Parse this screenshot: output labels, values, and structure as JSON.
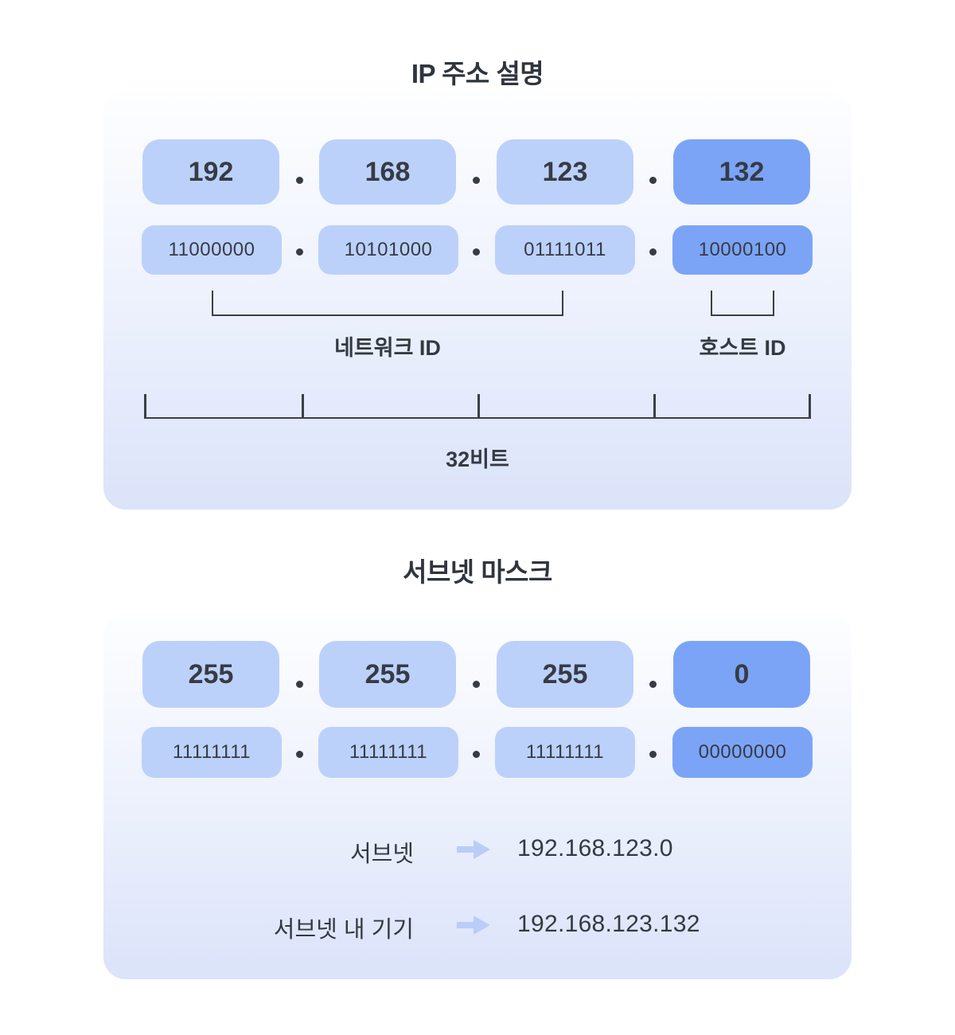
{
  "ip_section": {
    "title": "IP 주소 설명",
    "decimal": [
      "192",
      "168",
      "123",
      "132"
    ],
    "binary": [
      "11000000",
      "10101000",
      "01111011",
      "10000100"
    ],
    "network_id_label": "네트워크 ID",
    "host_id_label": "호스트 ID",
    "bits_label": "32비트"
  },
  "subnet_section": {
    "title": "서브넷 마스크",
    "decimal": [
      "255",
      "255",
      "255",
      "0"
    ],
    "binary": [
      "11111111",
      "11111111",
      "11111111",
      "00000000"
    ],
    "mappings": [
      {
        "label": "서브넷",
        "value": "192.168.123.0"
      },
      {
        "label": "서브넷 내 기기",
        "value": "192.168.123.132"
      }
    ]
  },
  "colors": {
    "octet_light": "#bcd1fa",
    "octet_highlight": "#7ba4f7",
    "text_dark": "#363b44",
    "arrow_blue": "#b9cdf8",
    "panel_gradient_top": "#fdfeff",
    "panel_gradient_bottom": "#dbe3fa"
  }
}
